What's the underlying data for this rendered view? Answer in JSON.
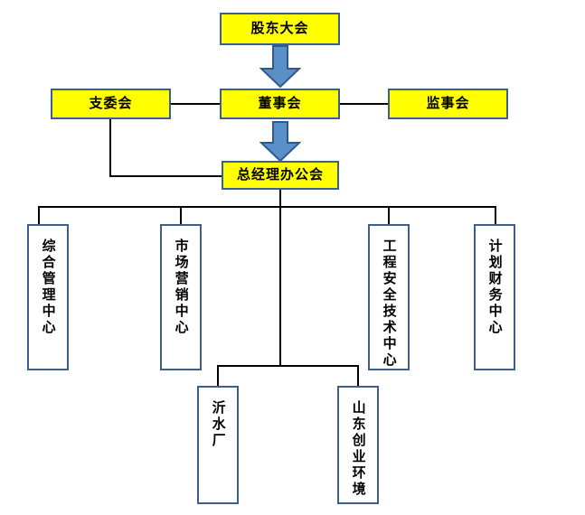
{
  "diagram": {
    "type": "organizational-chart",
    "title": "",
    "colors": {
      "box_fill_primary": "#ffff00",
      "box_fill_secondary": "#ffffff",
      "box_border": "#3c5f8f",
      "arrow_fill": "#5b8fc7",
      "arrow_border": "#2e5b8f",
      "connector": "#000000",
      "background": "#ffffff"
    },
    "nodes": {
      "shareholders_meeting": {
        "label": "股东大会"
      },
      "party_branch_committee": {
        "label": "支委会"
      },
      "board_of_directors": {
        "label": "董事会"
      },
      "board_of_supervisors": {
        "label": "监事会"
      },
      "general_manager_office": {
        "label": "总经理办公会"
      },
      "comprehensive_management_center": {
        "label": "综合管理中心"
      },
      "marketing_center": {
        "label": "市场营销中心"
      },
      "engineering_safety_tech_center": {
        "label": "工程安全技术中心"
      },
      "planning_finance_center": {
        "label": "计划财务中心"
      },
      "yishui_plant": {
        "label": "沂水厂"
      },
      "shandong_chuangye_environment": {
        "label": "山东创业环境"
      }
    }
  }
}
